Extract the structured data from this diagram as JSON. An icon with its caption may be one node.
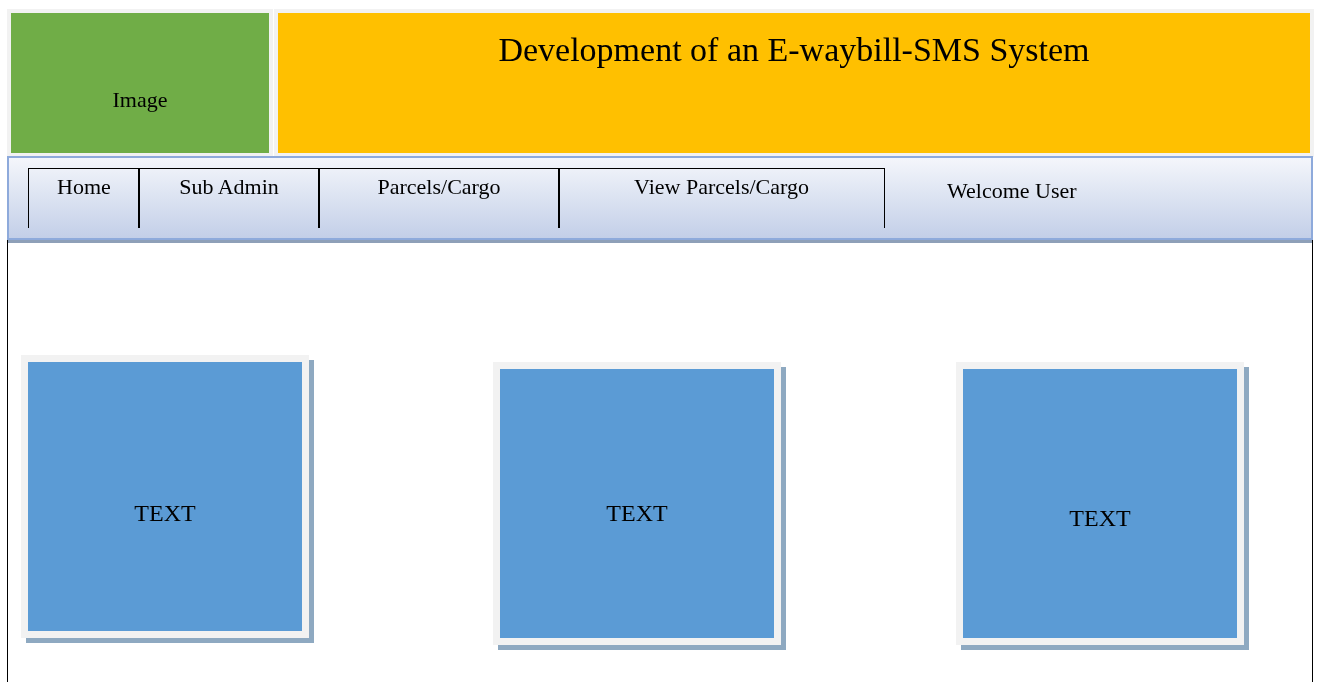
{
  "diagram": {
    "nodes": [
      {
        "text": [
          "Image"
        ]
      },
      {
        "text": [
          "Development of an E-waybill-SMS System"
        ]
      },
      {
        "text": [
          "Welcome User"
        ]
      },
      {
        "text": [
          "Home"
        ],
        "in": 2
      },
      {
        "text": [
          "Sub Admin"
        ],
        "in": 2
      },
      {
        "text": [
          "Parcels/Cargo"
        ],
        "in": 2
      },
      {
        "text": [
          "View Parcels/Cargo"
        ],
        "in": 2
      },
      {
        "text": [],
        "shape": "box"
      },
      {
        "text": [
          "TEXT"
        ],
        "in": 7
      },
      {
        "text": [
          "TEXT"
        ],
        "in": 7
      },
      {
        "text": [
          "TEXT"
        ],
        "in": 7
      }
    ]
  }
}
